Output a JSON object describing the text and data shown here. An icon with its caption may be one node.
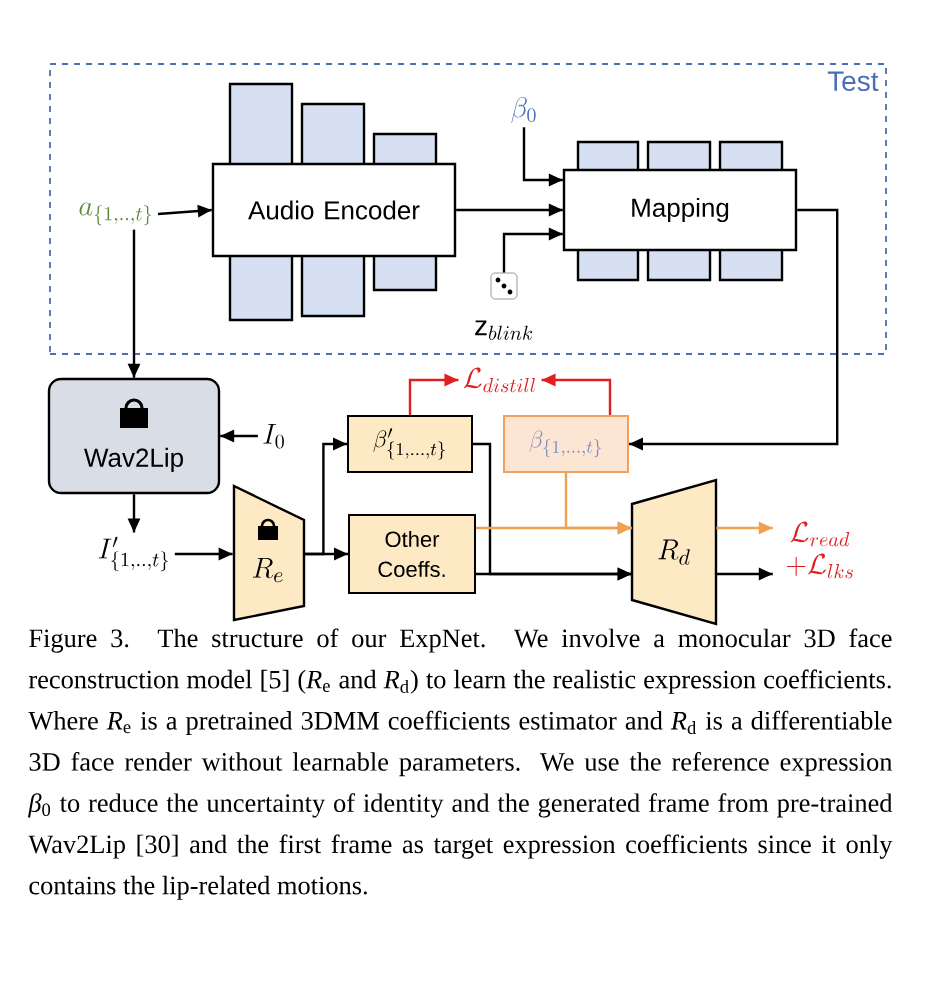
{
  "diagram": {
    "caption": "Figure 3. The structure of our ExpNet. We involve a monocular 3D face reconstruction model [5] (*R*$_{e}$ and *R*$_{d}$) to learn the realistic expression coefficients. Where *R*$_{e}$ is a pretrained 3DMM coefficients estimator and *R*$_{d}$ is a differentiable 3D face render without learnable parameters. We use the reference expression *β*$_{0}$ to reduce the uncertainty of identity and the generated frame from pre-trained Wav2Lip [30] and the first frame as target expression coefficients since it only contains the lip-related motions.",
    "nodes": [
      {
        "text": [
          "Test"
        ]
      },
      {
        "text": [
          "a_{\\{1,..,t\\}}"
        ],
        "in": 0
      },
      {
        "text": [
          "Audio Encoder"
        ],
        "in": 0
      },
      {
        "text": [
          "\\beta_0"
        ],
        "in": 0
      },
      {
        "text": [
          "Mapping"
        ],
        "in": 0
      },
      {
        "text": [],
        "shape": "dice",
        "beside": [
          "\\mathrm{z}_{blink}"
        ],
        "in": 0
      },
      {
        "text": [
          "Wav2Lip"
        ]
      },
      {
        "text": [
          "I_0"
        ]
      },
      {
        "text": [
          "I'_{\\{1,..,t\\}}"
        ]
      },
      {
        "text": [
          "R_e"
        ]
      },
      {
        "text": [
          "\\beta'_{\\{1,...,t\\}}"
        ]
      },
      {
        "text": [
          "\\beta_{\\{1,...,t\\}}"
        ]
      },
      {
        "text": [
          "\\mathcal{L}_{distill}"
        ]
      },
      {
        "text": [
          "Other Coeffs."
        ]
      },
      {
        "text": [
          "R_d"
        ]
      },
      {
        "text": [
          "\\mathcal{L}_{read}",
          "+\\mathcal{L}_{lks}"
        ]
      }
    ],
    "edges": [
      {
        "from": 1,
        "to": 2,
        "arrow": "to"
      },
      {
        "from": 2,
        "to": 4,
        "arrow": "to"
      },
      {
        "from": 3,
        "to": 4,
        "arrow": "to"
      },
      {
        "from": 5,
        "to": 4,
        "arrow": "to"
      },
      {
        "from": 4,
        "to": 11,
        "arrow": "to"
      },
      {
        "from": 1,
        "to": 6,
        "arrow": "to"
      },
      {
        "from": 7,
        "to": 6,
        "arrow": "to"
      },
      {
        "from": 6,
        "to": 8,
        "arrow": "to"
      },
      {
        "from": 8,
        "to": 9,
        "arrow": "to"
      },
      {
        "from": 9,
        "to": 10,
        "arrow": "to"
      },
      {
        "from": 9,
        "to": 13,
        "arrow": "to"
      },
      {
        "from": 10,
        "to": 12,
        "arrow": "to",
        "color": "#e02020"
      },
      {
        "from": 11,
        "to": 12,
        "arrow": "to",
        "color": "#e02020"
      },
      {
        "from": 10,
        "to": 14,
        "arrow": "to"
      },
      {
        "from": 13,
        "to": 14,
        "arrow": "to"
      },
      {
        "from": 13,
        "to": 14,
        "arrow": "to",
        "color": "#f0a050"
      },
      {
        "from": 11,
        "to": 14,
        "arrow": "to",
        "color": "#f0a050"
      },
      {
        "from": 14,
        "to": 15,
        "arrow": "to",
        "color": "#f0a050"
      },
      {
        "from": 14,
        "to": 15,
        "arrow": "to"
      }
    ]
  }
}
